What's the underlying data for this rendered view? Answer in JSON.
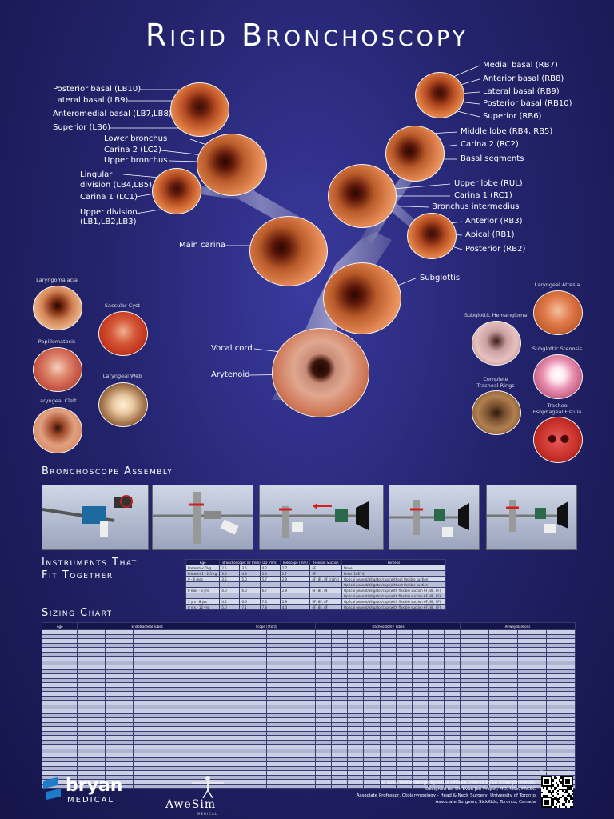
{
  "title": "Rigid Bronchoscopy",
  "left_labels": {
    "lb10": "Posterior basal (LB10)",
    "lb9": "Lateral basal (LB9)",
    "lb78": "Anteromedial basal (LB7,LB8)",
    "lb6": "Superior (LB6)",
    "lower_bronchus": "Lower bronchus",
    "lc2": "Carina 2 (LC2)",
    "upper_bronchus": "Upper bronchus",
    "lingular_1": "Lingular",
    "lingular_2": "division (LB4,LB5)",
    "lc1": "Carina 1 (LC1)",
    "upper_div_1": "Upper division",
    "upper_div_2": "(LB1,LB2,LB3)",
    "main_carina": "Main carina",
    "vocal_cord": "Vocal cord",
    "arytenoid": "Arytenoid"
  },
  "right_labels": {
    "rb7": "Medial basal (RB7)",
    "rb8": "Anterior basal (RB8)",
    "rb9": "Lateral basal (RB9)",
    "rb10": "Posterior basal (RB10)",
    "rb6": "Superior (RB6)",
    "middle_lobe": "Middle lobe (RB4, RB5)",
    "rc2": "Carina 2 (RC2)",
    "basal_segments": "Basal segments",
    "rul": "Upper lobe (RUL)",
    "rc1": "Carina 1 (RC1)",
    "bronchus_intermedius": "Bronchus intermedius",
    "rb3": "Anterior (RB3)",
    "rb1": "Apical (RB1)",
    "rb2": "Posterior (RB2)",
    "subglottis": "Subglottis"
  },
  "pathologies": {
    "laryngomalacia": "Laryngomalacia",
    "saccular_cyst": "Saccular Cyst",
    "papillomatosis": "Papillomatosis",
    "laryngeal_web": "Laryngeal Web",
    "laryngeal_cleft": "Laryngeal Cleft",
    "laryngeal_atresia": "Laryngeal Atresia",
    "subglottic_hemangioma": "Subglottic Hemangioma",
    "subglottic_stenosis": "Subglottic Stenosis",
    "complete_rings_1": "Complete",
    "complete_rings_2": "Tracheal Rings",
    "te_fistula_1": "Tracheo",
    "te_fistula_2": "Esophageal Fistula"
  },
  "sections": {
    "assembly": "Bronchoscope Assembly",
    "instruments_1": "Instruments That",
    "instruments_2": "Fit Together",
    "sizing": "Sizing Chart"
  },
  "instruments_table": {
    "headers": [
      "Age",
      "Bronchoscope: ID (mm), OD (mm)",
      "Telescope (mm)",
      "Flexible Suction",
      "Forceps"
    ],
    "rows": [
      [
        "Preterm < 1kg",
        "2.5",
        "3.5",
        "4.2",
        "2.7",
        "6F",
        "None"
      ],
      [
        "Preterm 1 - 2.5 kg",
        "3.0",
        "4.3",
        "5.0",
        "2.7",
        "6F",
        "Fetal (10274)"
      ],
      [
        "0 - 6 mos",
        "3.5",
        "5.0",
        "5.7",
        "2.9",
        "6F, 8F, 8F (right)",
        "Optical peanut/alligator/cup (without flexible suction)"
      ],
      [
        "",
        "",
        "",
        "",
        "",
        "",
        "Optical peanut/alligator/cup (without flexible suction)"
      ],
      [
        "6 mos - 3 yrs",
        "4.0",
        "6.0",
        "6.7",
        "2.9",
        "6F, 8F, 8F",
        "Optical peanut/alligator/cup (with flexible suction 6F, 8F, 8F)"
      ],
      [
        "",
        "",
        "",
        "",
        "",
        "",
        "Optical peanut/alligator/cup (with flexible suction 6F, 8F, 8F)"
      ],
      [
        "3 yrs - 8 yrs",
        "4.5",
        "6.6",
        "7.3",
        "2.9",
        "6F, 8F, 8F",
        "Optical peanut/alligator/cup (with flexible suction 6F, 8F, 8F)"
      ],
      [
        "8 yrs - 12 yrs",
        "5.0",
        "7.1",
        "7.8",
        "4.0",
        "6F, 8F, 8F",
        "Optical peanut/alligator/cup (with flexible suction 6F, 8F, 8F)"
      ]
    ]
  },
  "sizing_table": {
    "headers": [
      "Age",
      "Endotracheal Tubes",
      "Scope (Storz)",
      "Tracheostomy Tubes",
      "Airway Balloons"
    ]
  },
  "credits": {
    "line1": "© 2019 Poster design by Roula Drossis. Photos by Dr. Evan Jon Propst.",
    "line2": "Designed for Dr. Evan Jon Propst, MD, MSc, FRCSC",
    "line3": "Associate Professor, Otolaryngology - Head & Neck Surgery, University of Toronto",
    "line4": "Associate Surgeon, SickKids, Toronto, Canada",
    "download": "Download poster"
  },
  "logos": {
    "bryan_1": "bryan",
    "bryan_2": "MEDICAL",
    "awesim": "AweSim",
    "awesim_sub": "MEDICAL"
  }
}
